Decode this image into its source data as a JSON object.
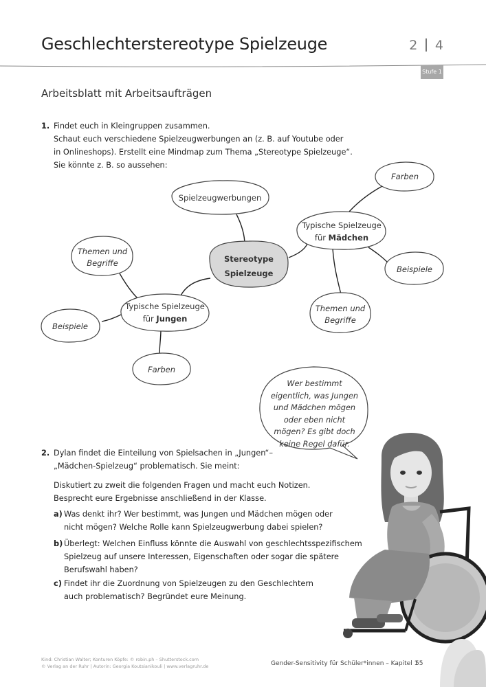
{
  "header": {
    "title": "Geschlechterstereotype Spielzeuge",
    "page_left": "2",
    "page_right": "4",
    "level_badge": "Stufe 1"
  },
  "subtitle": "Arbeitsblatt mit Arbeitsaufträgen",
  "task1": {
    "number": "1.",
    "lines": [
      "Findet euch in Kleingruppen zusammen.",
      "Schaut euch verschiedene Spielzeugwerbungen an (z. B. auf Youtube oder",
      "in Onlineshops). Erstellt eine Mindmap zum Thema „Stereotype Spielzeuge“.",
      "Sie könnte z. B. so aussehen:"
    ]
  },
  "mindmap": {
    "center_line1": "Stereotype",
    "center_line2": "Spielzeuge",
    "werbung": "Spielzeugwerbungen",
    "girls_line1": "Typische Spielzeuge",
    "girls_prefix": "für ",
    "girls_bold": "Mädchen",
    "boys_line1": "Typische Spielzeuge",
    "boys_prefix": "für ",
    "boys_bold": "Jungen",
    "farben_top": "Farben",
    "beispiele_right": "Beispiele",
    "themen_right_line1": "Themen und",
    "themen_right_line2": "Begriffe",
    "themen_left_line1": "Themen und",
    "themen_left_line2": "Begriffe",
    "beispiele_left": "Beispiele",
    "farben_bottom": "Farben"
  },
  "speech_bubble": [
    "Wer bestimmt",
    "eigentlich, was Jungen",
    "und Mädchen mögen",
    "oder eben nicht",
    "mögen? Es gibt doch",
    "keine Regel dafür."
  ],
  "task2": {
    "number": "2.",
    "intro": [
      "Dylan findet die Einteilung von Spielsachen in „Jungen“–",
      "„Mädchen-Spielzeug“ problematisch. Sie meint:"
    ],
    "instructions": [
      "Diskutiert zu zweit die folgenden Fragen und macht euch Notizen.",
      "Besprecht eure Ergebnisse anschließend in der Klasse."
    ],
    "items": [
      {
        "label": "a)",
        "lines": [
          "Was denkt ihr? Wer bestimmt, was Jungen und Mädchen mögen oder",
          "nicht mögen? Welche Rolle kann Spielzeugwerbung dabei spielen?"
        ]
      },
      {
        "label": "b)",
        "lines": [
          "Überlegt: Welchen Einfluss könnte die Auswahl von geschlechtsspezifischem",
          "Spielzeug auf unsere Interessen, Eigenschaften oder sogar die spätere",
          "Berufswahl haben?"
        ]
      },
      {
        "label": "c)",
        "lines": [
          "Findet ihr die Zuordnung von Spielzeugen zu den Geschlechtern",
          "auch problematisch? Begründet eure Meinung."
        ]
      }
    ]
  },
  "footer": {
    "credits_line1": "Kind: Christian Walter; Konturen Köpfe: © robin.ph – Shutterstock.com",
    "credits_line2": "© Verlag an der Ruhr | Autorin: Georgia Koutsianikouli | www.verlagruhr.de",
    "book": "Gender-Sensitivity für Schüler*innen – Kapitel 1",
    "page": "55"
  }
}
